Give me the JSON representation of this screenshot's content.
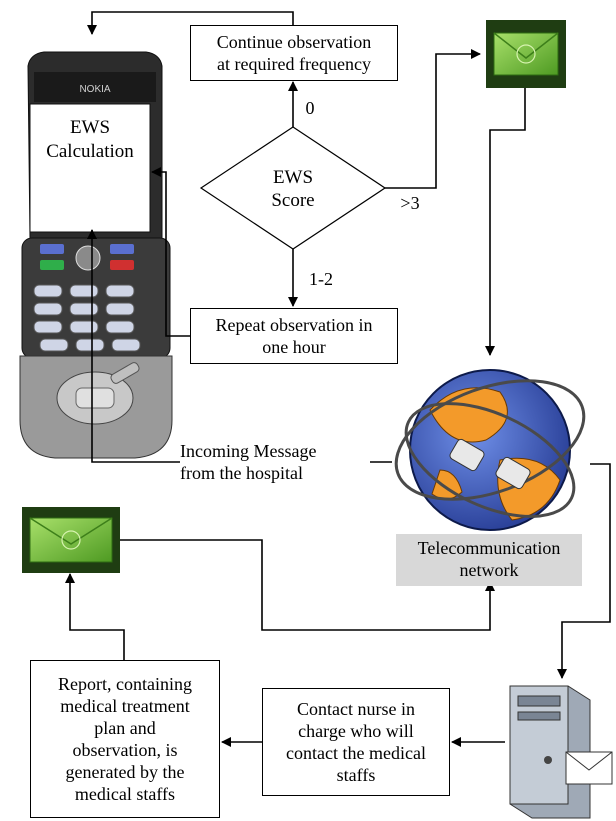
{
  "phone": {
    "brand": "NOKIA",
    "screen_text": "EWS\nCalculation"
  },
  "decision": {
    "label": "EWS\nScore"
  },
  "edges": {
    "zero": "0",
    "one_two": "1-2",
    "gt3": ">3"
  },
  "boxes": {
    "continue": "Continue observation\nat required frequency",
    "repeat": "Repeat observation in\none hour",
    "contact": "Contact nurse in\ncharge who will\ncontact the medical\nstaffs",
    "report": "Report, containing\nmedical treatment\nplan and\nobservation, is\ngenerated by the\nmedical staffs"
  },
  "labels": {
    "incoming": "Incoming Message\nfrom the hospital",
    "network": "Telecommunication\nnetwork"
  },
  "colors": {
    "envelope_green": "#5fae2e",
    "envelope_dark": "#1f3d12",
    "globe_blue": "#3a5fc8",
    "globe_orange": "#f39a2a"
  },
  "icons": [
    "mobile-phone",
    "email-envelope",
    "globe-network",
    "server-computer"
  ]
}
